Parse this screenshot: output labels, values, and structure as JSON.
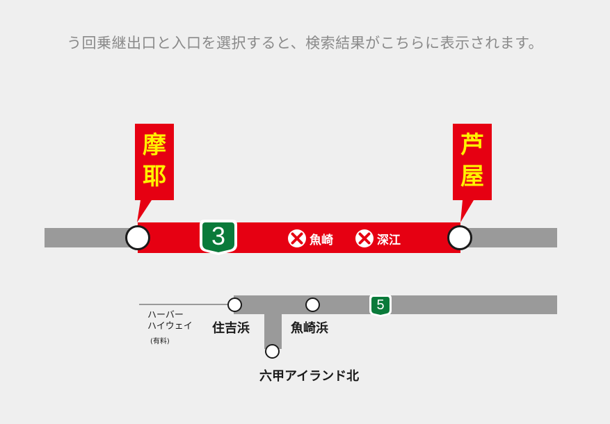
{
  "instruction": "う回乗継出口と入口を選択すると、検索結果がこちらに表示されます。",
  "main_route": {
    "shield_number": "3",
    "exit_flag": {
      "line1": "摩",
      "line2": "耶"
    },
    "entry_flag": {
      "line1": "芦",
      "line2": "屋"
    },
    "closed_ramps": [
      {
        "name": "魚崎"
      },
      {
        "name": "深江"
      }
    ]
  },
  "lower_route": {
    "shield_number": "5",
    "branch_label_line1": "ハーバー",
    "branch_label_line2": "ハイウェイ",
    "branch_label_note": "(有料)",
    "stations": {
      "sumiyoshihama": "住吉浜",
      "uozakihama": "魚崎浜",
      "rokko_island_kita": "六甲アイランド北"
    }
  },
  "colors": {
    "route_red": "#e60012",
    "road_gray": "#9a9a9a",
    "flag_text": "#fff200",
    "shield_green": "#0a7a3a",
    "background": "#efefef"
  }
}
